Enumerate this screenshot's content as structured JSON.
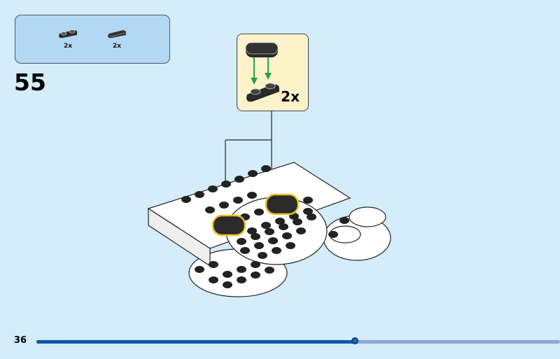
{
  "parts_list": {
    "items": [
      {
        "name": "plate-1x2-rounded-two-studs",
        "quantity": "2x",
        "color": "#2a2a2a"
      },
      {
        "name": "tile-1x2-rounded",
        "quantity": "2x",
        "color": "#2a2a2a"
      }
    ]
  },
  "step_number": "55",
  "callout": {
    "quantity": "2x",
    "arrow_color": "#2e9e4a"
  },
  "footer": {
    "page_number": "36",
    "progress": 0.61
  },
  "colors": {
    "background": "#d5ecfb",
    "parts_panel": "#b3d8f3",
    "callout_bg": "#fdf3cb",
    "progress": "#0a5aa4",
    "highlight": "#e8c32a"
  }
}
